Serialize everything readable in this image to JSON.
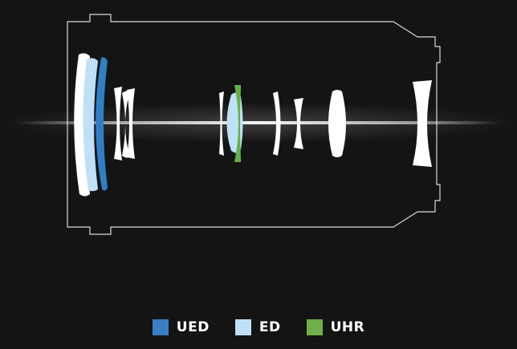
{
  "colors": {
    "background": "#141414",
    "outline": "#d9d9d9",
    "lens_plain": "#ffffff",
    "lens_ued": "#2f7fc7",
    "lens_ed": "#bfe0f7",
    "lens_uhr": "#63b14a"
  },
  "legend": [
    {
      "key": "ued",
      "label": "UED",
      "color": "#3a7fc4"
    },
    {
      "key": "ed",
      "label": "ED",
      "color": "#bfe0f7"
    },
    {
      "key": "uhr",
      "label": "UHR",
      "color": "#6fb04a"
    }
  ]
}
